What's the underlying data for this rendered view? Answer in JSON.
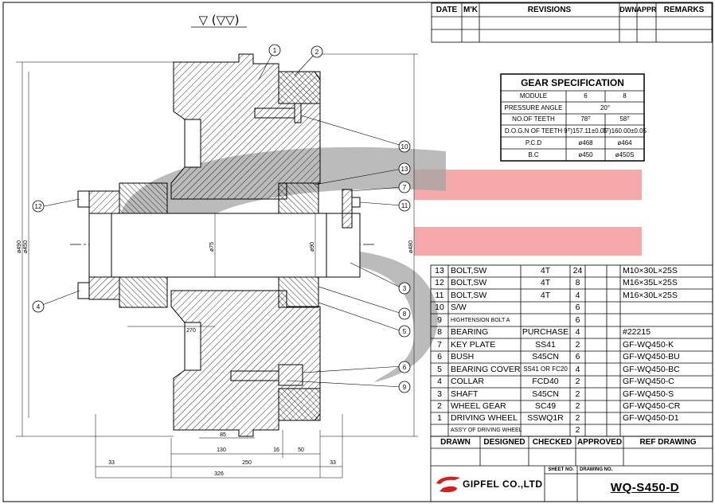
{
  "surface_symbol": "▽ (▽▽)",
  "revisions_header": [
    "DATE",
    "M'K",
    "REVISIONS",
    "DWN",
    "APPR",
    "REMARKS"
  ],
  "gear_spec": {
    "title": "GEAR SPECIFICATION",
    "rows": [
      [
        "MODULE",
        "6",
        "8"
      ],
      [
        "PRESSURE ANGLE",
        "20°",
        ""
      ],
      [
        "NO.OF TEETH",
        "78ᵀ",
        "58ᵀ"
      ],
      [
        "D.O.G.N OF TEETH",
        "9ᵀ)157.11±0.05",
        "7ᵀ)160.00±0.05"
      ],
      [
        "P.C.D",
        "ø468",
        "ø464"
      ],
      [
        "B.C",
        "ø450",
        "ø450S"
      ]
    ]
  },
  "bom": [
    {
      "no": "13",
      "name": "BOLT,SW",
      "material": "4T",
      "qty": "24",
      "dwg": "M10×30L×25S"
    },
    {
      "no": "12",
      "name": "BOLT,SW",
      "material": "4T",
      "qty": "8",
      "dwg": "M16×35L×25S"
    },
    {
      "no": "11",
      "name": "BOLT,SW",
      "material": "4T",
      "qty": "4",
      "dwg": "M16×30L×25S"
    },
    {
      "no": "10",
      "name": "S/W",
      "material": "",
      "qty": "6",
      "dwg": ""
    },
    {
      "no": "9",
      "name": "HIGHTENSION BOLT A",
      "material": "",
      "qty": "6",
      "dwg": "",
      "small": true
    },
    {
      "no": "8",
      "name": "BEARING",
      "material": "PURCHASE",
      "qty": "4",
      "dwg": "#22215"
    },
    {
      "no": "7",
      "name": "KEY PLATE",
      "material": "SS41",
      "qty": "2",
      "dwg": "GF-WQ450-K"
    },
    {
      "no": "6",
      "name": "BUSH",
      "material": "S45CN",
      "qty": "6",
      "dwg": "GF-WQ450-BU"
    },
    {
      "no": "5",
      "name": "BEARING COVER",
      "material": "SS41 OR FC20",
      "qty": "4",
      "dwg": "GF-WQ450-BC"
    },
    {
      "no": "4",
      "name": "COLLAR",
      "material": "FCD40",
      "qty": "2",
      "dwg": "GF-WQ450-C"
    },
    {
      "no": "3",
      "name": "SHAFT",
      "material": "S45CN",
      "qty": "2",
      "dwg": "GF-WQ450-S"
    },
    {
      "no": "2",
      "name": "WHEEL GEAR",
      "material": "SC49",
      "qty": "2",
      "dwg": "GF-WQ450-CR"
    },
    {
      "no": "1",
      "name": "DRIVING WHEEL",
      "material": "SSWQ1R",
      "qty": "2",
      "dwg": "GF-WQ450-D1"
    },
    {
      "no": "",
      "name": "ASS'Y OF DRIVING WHEEL",
      "material": "",
      "qty": "2",
      "dwg": "",
      "small": true
    }
  ],
  "title_block": {
    "headers": [
      "DRAWN",
      "DESIGNED",
      "CHECKED",
      "APPROVED",
      "REF DRAWING"
    ],
    "sheet_no_label": "SHEET NO.",
    "drawing_no_label": "DRAWING NO.",
    "company": "GIPFEL CO.,LTD",
    "drawing_no": "WQ-S450-D"
  },
  "balloons": [
    "1",
    "2",
    "3",
    "4",
    "5",
    "6",
    "7",
    "8",
    "9",
    "10",
    "11",
    "12",
    "13"
  ],
  "dimensions": {
    "d480": "ø480",
    "d450": "ø450",
    "d490": "ø490",
    "d75": "ø75",
    "d90": "ø90",
    "r270": "270",
    "w85": "85",
    "w130": "130",
    "w16": "16",
    "w50": "50",
    "w33a": "33",
    "w250": "250",
    "w33b": "33",
    "w326": "326"
  },
  "colors": {
    "line": "#000000",
    "watermark_red": "#f4a0a0",
    "watermark_grey": "#9a9a9a",
    "logo_red": "#d81e1e"
  }
}
